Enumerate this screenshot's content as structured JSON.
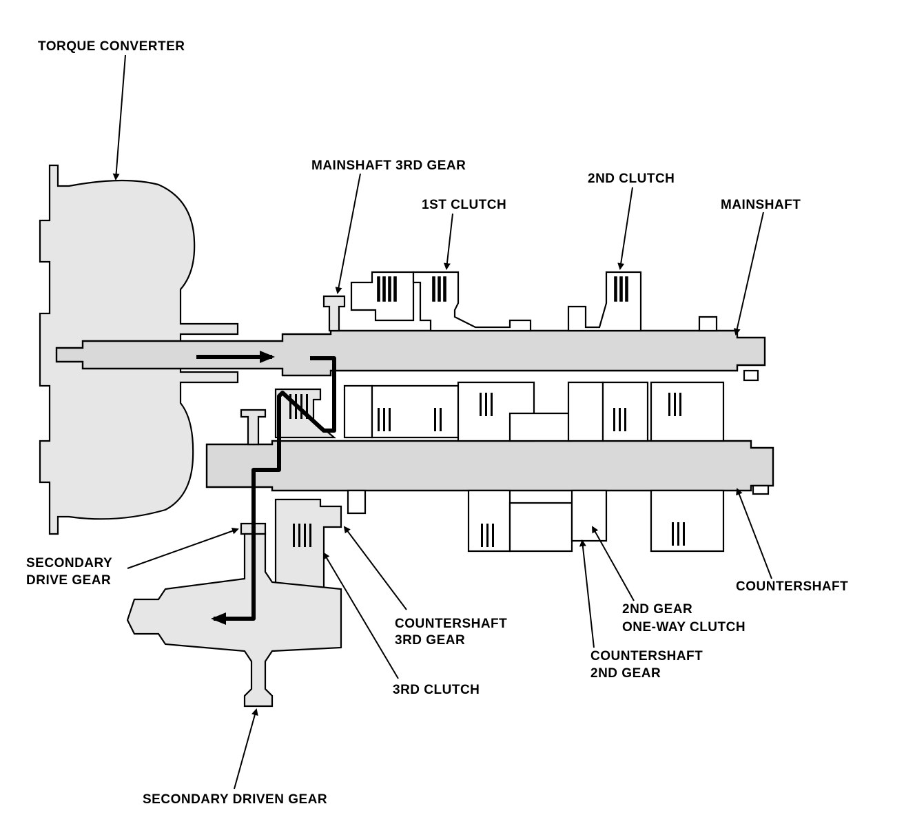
{
  "labels": {
    "torque_converter": "TORQUE CONVERTER",
    "mainshaft_3rd_gear": "MAINSHAFT 3RD GEAR",
    "first_clutch": "1ST CLUTCH",
    "second_clutch": "2ND CLUTCH",
    "mainshaft": "MAINSHAFT",
    "secondary_drive_gear_1": "SECONDARY",
    "secondary_drive_gear_2": "DRIVE GEAR",
    "countershaft": "COUNTERSHAFT",
    "countershaft_3rd_gear_1": "COUNTERSHAFT",
    "countershaft_3rd_gear_2": "3RD GEAR",
    "second_gear_oneway_1": "2ND GEAR",
    "second_gear_oneway_2": "ONE-WAY CLUTCH",
    "countershaft_2nd_gear_1": "COUNTERSHAFT",
    "countershaft_2nd_gear_2": "2ND GEAR",
    "third_clutch": "3RD CLUTCH",
    "secondary_driven_gear": "SECONDARY DRIVEN GEAR"
  }
}
